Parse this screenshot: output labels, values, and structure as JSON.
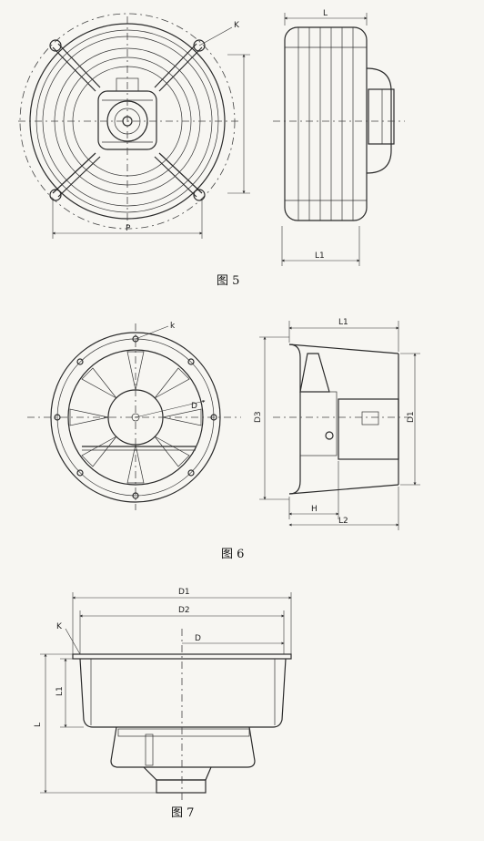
{
  "figures": [
    {
      "caption": "图 5",
      "labels": {
        "k": "K",
        "p": "P",
        "l": "L",
        "l1": "L1"
      }
    },
    {
      "caption": "图 6",
      "labels": {
        "k": "k",
        "d": "D",
        "l1": "L1",
        "h": "H",
        "l2": "L2",
        "d3": "D3",
        "d1": "D1"
      }
    },
    {
      "caption": "图 7",
      "labels": {
        "d1": "D1",
        "d2": "D2",
        "d": "D",
        "k": "K",
        "l1": "L1",
        "l": "L"
      }
    }
  ]
}
